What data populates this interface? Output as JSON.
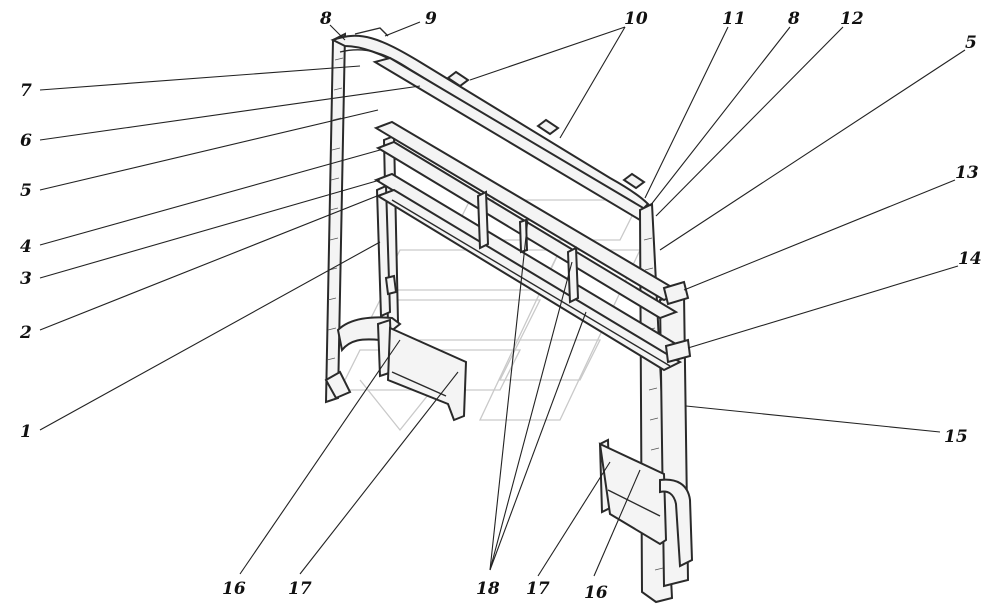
{
  "labels": {
    "l1": "1",
    "l2": "2",
    "l3": "3",
    "l4": "4",
    "l5a": "5",
    "l5b": "5",
    "l6": "6",
    "l7": "7",
    "l8a": "8",
    "l8b": "8",
    "l9": "9",
    "l10": "10",
    "l11": "11",
    "l12": "12",
    "l13": "13",
    "l14": "14",
    "l15": "15",
    "l16a": "16",
    "l16b": "16",
    "l17a": "17",
    "l17b": "17",
    "l18": "18"
  }
}
